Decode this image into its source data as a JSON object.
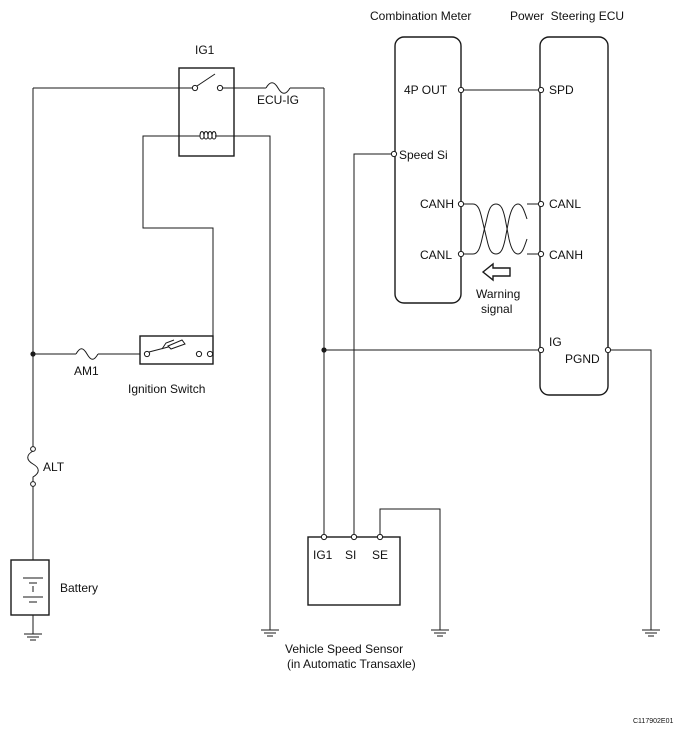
{
  "labels": {
    "combination_meter": "Combination Meter",
    "power_steering_ecu": "Power  Steering ECU",
    "ig1_relay": "IG1",
    "ecu_ig_fuse": "ECU-IG",
    "am1_fuse": "AM1",
    "ignition_switch": "Ignition Switch",
    "alt_fuse": "ALT",
    "battery": "Battery",
    "vss_line1": "Vehicle Speed Sensor",
    "vss_line2": "(in Automatic Transaxle)",
    "warning_line1": "Warning",
    "warning_line2": "signal",
    "figure_code": "C117902E01"
  },
  "meter_terminals": {
    "out_4p": "4P OUT",
    "speed_si": "Speed Si",
    "canh": "CANH",
    "canl": "CANL"
  },
  "ecu_terminals": {
    "spd": "SPD",
    "canl": "CANL",
    "canh": "CANH",
    "ig": "IG",
    "pgnd": "PGND"
  },
  "sensor_terminals": {
    "ig1": "IG1",
    "si": "SI",
    "se": "SE"
  }
}
